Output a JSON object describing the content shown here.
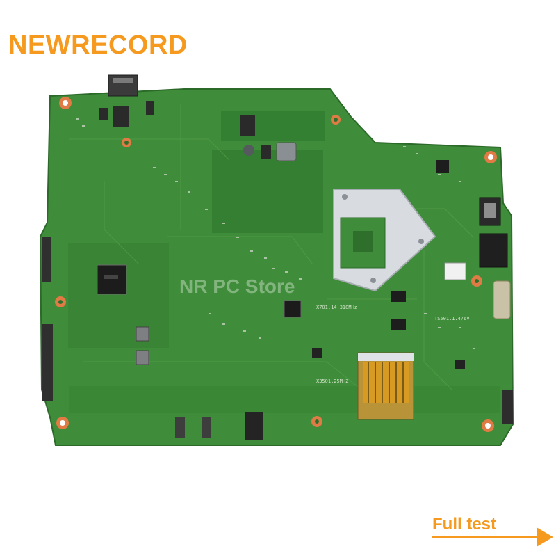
{
  "brand": {
    "text": "NEWRECORD",
    "color": "#f59a1e"
  },
  "badge": {
    "text": "Full test",
    "color": "#f59a1e",
    "icon": "arrow-right-icon"
  },
  "watermark": {
    "text": "NR PC Store"
  },
  "board_markings": {
    "cpu_area": "X701.14.318MHz",
    "clock_area": "X3501.25MHZ",
    "right_area": "TS501.1.4/6V"
  },
  "colors": {
    "pcb": "#3f8c3a",
    "pcb_dark": "#2f6f2c",
    "heatsink": "#d8dce0",
    "gold": "#d79a22"
  }
}
